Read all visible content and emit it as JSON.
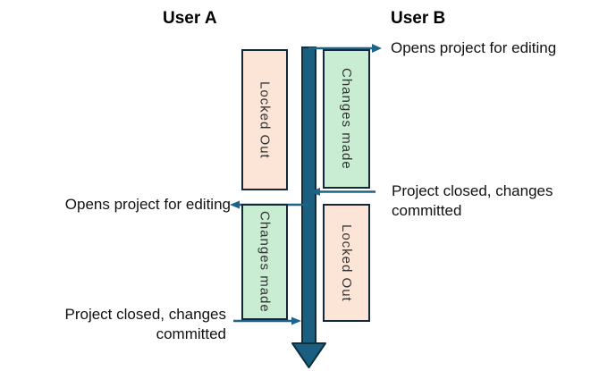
{
  "headers": {
    "user_a": "User A",
    "user_b": "User B"
  },
  "boxes": [
    {
      "id": "user-a-locked-out",
      "label": "Locked Out"
    },
    {
      "id": "user-b-changes-made",
      "label": "Changes made"
    },
    {
      "id": "user-a-changes-made",
      "label": "Changes made"
    },
    {
      "id": "user-b-locked-out",
      "label": "Locked Out"
    }
  ],
  "events": {
    "b_open": "Opens project for editing",
    "b_close_line1": "Project closed, changes",
    "b_close_line2": "committed",
    "a_open": "Opens project for editing",
    "a_close_line1": "Project closed, changes",
    "a_close_line2": "committed"
  },
  "colors": {
    "peach": "#FCE4D6",
    "green": "#C8EDD3",
    "box-border": "#13293A",
    "box-text": "#333333",
    "timeline-fill": "#1A5E80",
    "timeline-stroke": "#0D2F42",
    "arrow": "#1E6489",
    "text": "#111111"
  }
}
